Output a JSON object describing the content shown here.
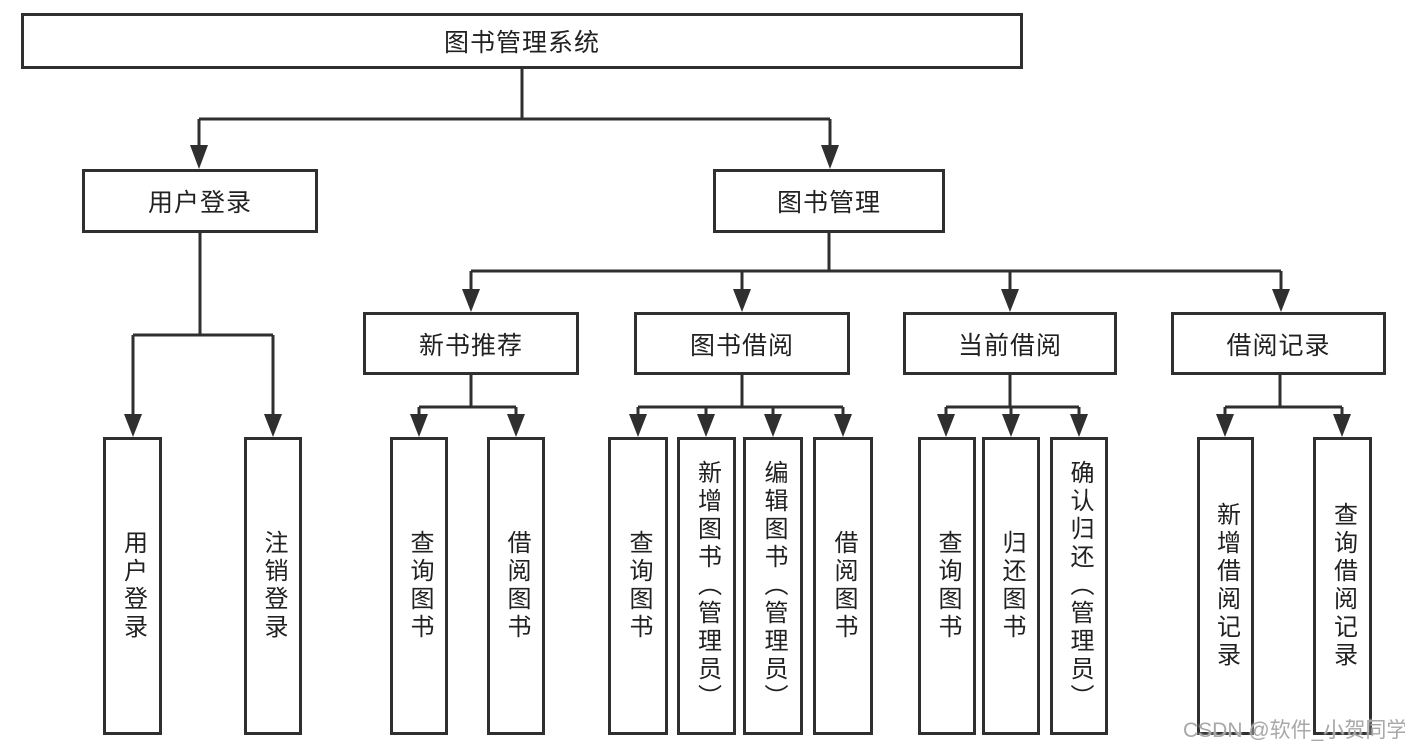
{
  "diagram": {
    "title": "图书管理系统",
    "branches": [
      {
        "label": "用户登录",
        "children": [
          {
            "label": "用户登录"
          },
          {
            "label": "注销登录"
          }
        ]
      },
      {
        "label": "图书管理",
        "children": [
          {
            "label": "新书推荐",
            "children": [
              {
                "label": "查询图书"
              },
              {
                "label": "借阅图书"
              }
            ]
          },
          {
            "label": "图书借阅",
            "children": [
              {
                "label": "查询图书"
              },
              {
                "label": "新增图书（管理员）"
              },
              {
                "label": "编辑图书（管理员）"
              },
              {
                "label": "借阅图书"
              }
            ]
          },
          {
            "label": "当前借阅",
            "children": [
              {
                "label": "查询图书"
              },
              {
                "label": "归还图书"
              },
              {
                "label": "确认归还（管理员）"
              }
            ]
          },
          {
            "label": "借阅记录",
            "children": [
              {
                "label": "新增借阅记录"
              },
              {
                "label": "查询借阅记录"
              }
            ]
          }
        ]
      }
    ]
  },
  "watermark": "CSDN @软件_小贺同学",
  "colors": {
    "line": "#2f2f2f",
    "text": "#212121",
    "watermark": "#a8a8a8",
    "background": "#ffffff"
  }
}
